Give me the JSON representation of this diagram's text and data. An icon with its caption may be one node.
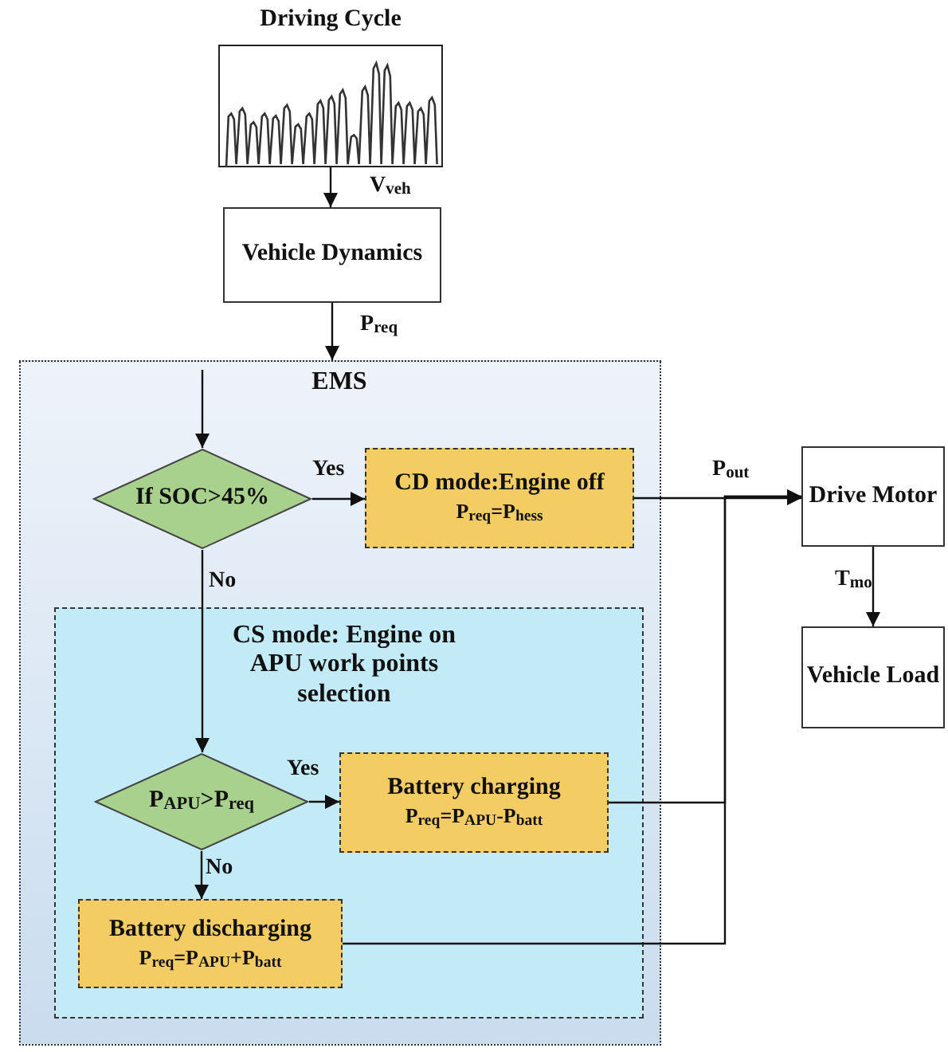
{
  "diagram": {
    "nodes": [
      {
        "text": [
          "Driving Cycle"
        ]
      },
      {
        "text": [
          "Vehicle Dynamics"
        ]
      },
      {
        "text": [
          "EMS"
        ]
      },
      {
        "text": [
          "If SOC>45%"
        ],
        "in": 2
      },
      {
        "text": [
          "CD mode:Engine off",
          "P$_{req}$=P$_{hess}$"
        ],
        "in": 2
      },
      {
        "text": [
          "CS mode: Engine on APU work points selection"
        ],
        "in": 2
      },
      {
        "text": [
          "P$_{APU}$>P$_{req}$"
        ],
        "in": 5
      },
      {
        "text": [
          "Battery charging",
          "P$_{req}$=P$_{APU}$-P$_{batt}$"
        ],
        "in": 5
      },
      {
        "text": [
          "Battery discharging",
          "P$_{req}$=P$_{APU}$+P$_{batt}$"
        ],
        "in": 5
      },
      {
        "text": [
          "Drive Motor"
        ]
      },
      {
        "text": [
          "Vehicle Load"
        ]
      }
    ],
    "edges": [
      {
        "from": 0,
        "to": 1,
        "arrow": "to",
        "label": "V$_{veh}$"
      },
      {
        "from": 1,
        "to": 2,
        "arrow": "to",
        "label": "P$_{req}$"
      },
      {
        "from": null,
        "to": 3,
        "arrow": "to"
      },
      {
        "from": 3,
        "to": 4,
        "arrow": "to",
        "label": "Yes"
      },
      {
        "from": 3,
        "to": 6,
        "arrow": "to",
        "label": "No"
      },
      {
        "from": 6,
        "to": 7,
        "arrow": "to",
        "label": "Yes"
      },
      {
        "from": 6,
        "to": 8,
        "arrow": "to",
        "label": "No"
      },
      {
        "from": 4,
        "to": 9,
        "arrow": "to",
        "label": "P$_{out}$"
      },
      {
        "from": 7,
        "to": 9,
        "arrow": "to"
      },
      {
        "from": 8,
        "to": 9,
        "arrow": "to"
      },
      {
        "from": 9,
        "to": 10,
        "arrow": "to",
        "label": "T$_{mo}$"
      }
    ]
  }
}
